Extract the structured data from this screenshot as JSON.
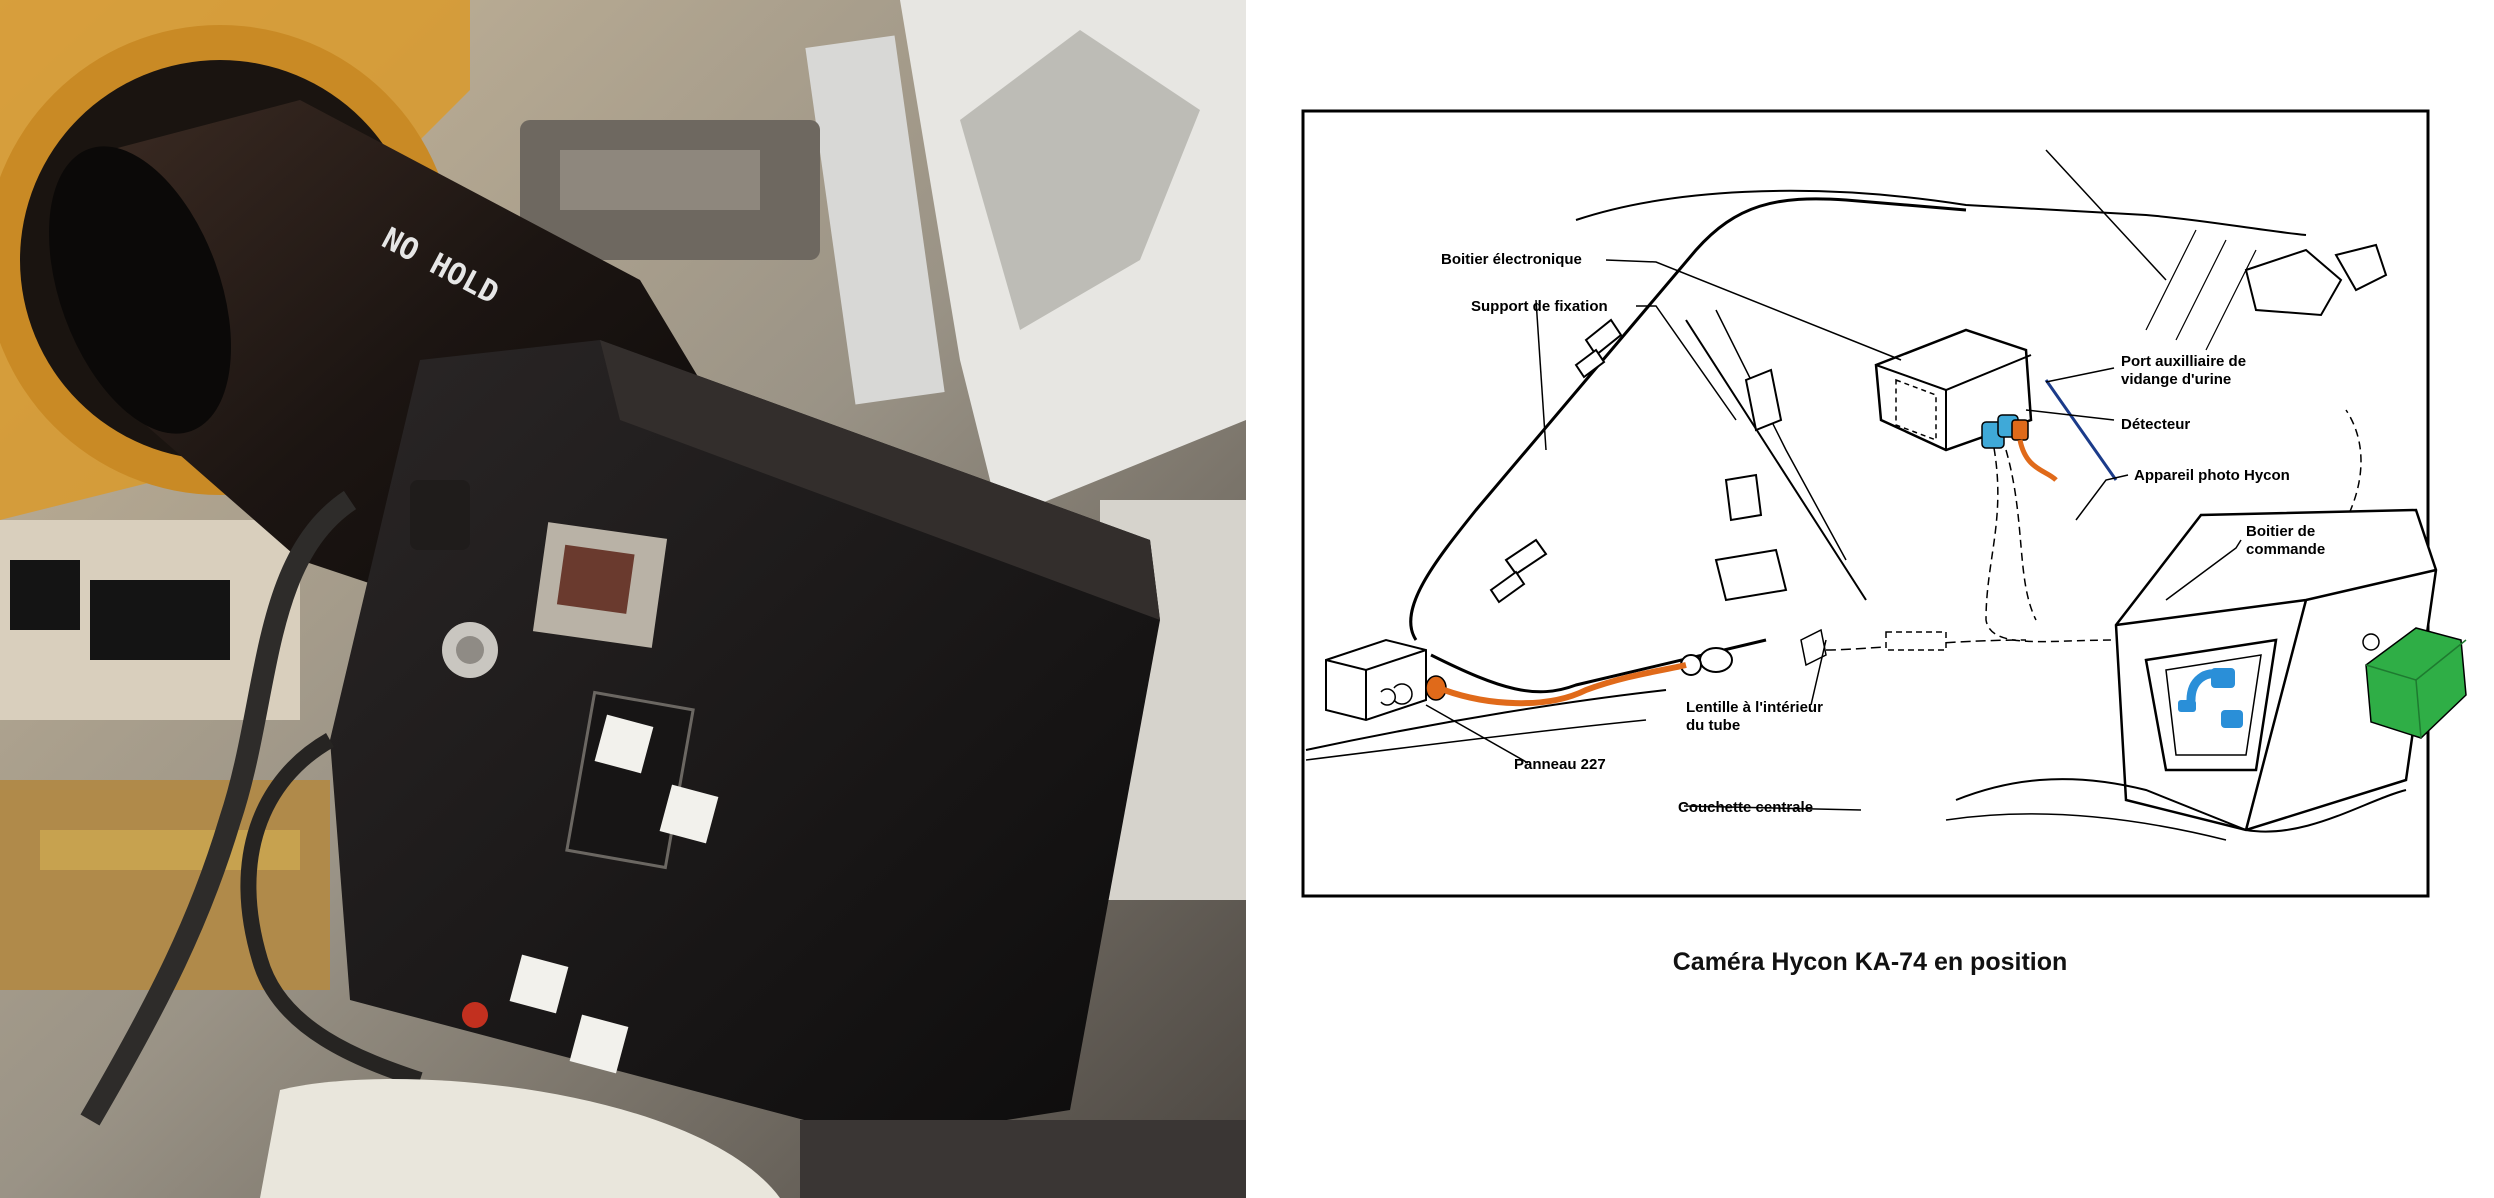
{
  "photo": {
    "stencil_text": "NO HOLD"
  },
  "diagram": {
    "labels": {
      "electronics_box": "Boitier électronique",
      "mount": "Support de fixation",
      "aux_port": "Port auxilliaire de vidange d'urine",
      "detector": "Détecteur",
      "camera": "Appareil photo Hycon",
      "control_box": "Boitier de commande",
      "lens": "Lentille à l'intérieur du tube",
      "panel": "Panneau 227",
      "couch": "Couchette centrale"
    },
    "caption": "Caméra Hycon KA-74 en position",
    "colors": {
      "cable": "#e06a1a",
      "connector": "#3fa9d8",
      "control_box_fill": "#2fae46",
      "camera_window": "#2a8fd8"
    }
  }
}
